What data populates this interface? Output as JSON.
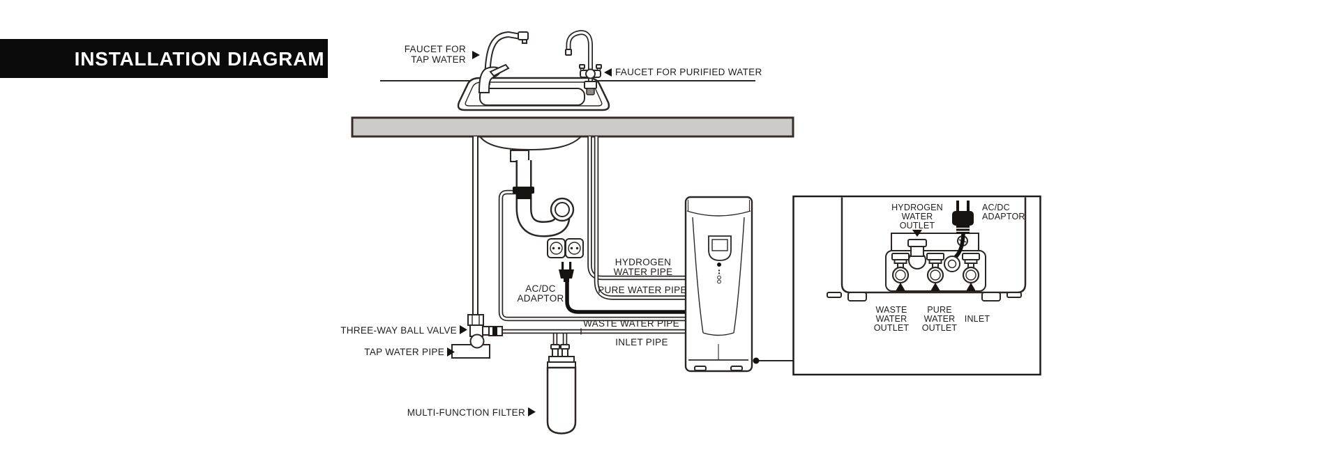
{
  "title": "INSTALLATION DIAGRAM",
  "labels": {
    "faucet_tap": [
      "FAUCET FOR",
      "TAP WATER"
    ],
    "faucet_purified": "FAUCET FOR PURIFIED WATER",
    "hydrogen_pipe": [
      "HYDROGEN",
      "WATER PIPE"
    ],
    "pure_pipe": "PURE WATER PIPE",
    "acdc": [
      "AC/DC",
      "ADAPTOR"
    ],
    "waste_pipe": "WASTE WATER PIPE",
    "inlet_pipe": "INLET PIPE",
    "three_way_valve": "THREE-WAY BALL VALVE",
    "tap_water_pipe": "TAP WATER PIPE",
    "multi_filter": "MULTI-FUNCTION FILTER"
  },
  "detail_box": {
    "hydrogen_outlet": [
      "HYDROGEN",
      "WATER",
      "OUTLET"
    ],
    "acdc": [
      "AC/DC",
      "ADAPTOR"
    ],
    "waste_outlet": [
      "WASTE",
      "WATER",
      "OUTLET"
    ],
    "pure_outlet": [
      "PURE",
      "WATER",
      "OUTLET"
    ],
    "inlet": "INLET"
  },
  "colors": {
    "line": "#2b2624",
    "countertop_fill": "#cccbca",
    "banner_bg": "#0a0a0a",
    "banner_text": "#ffffff",
    "label_text": "#1f1d1b"
  }
}
